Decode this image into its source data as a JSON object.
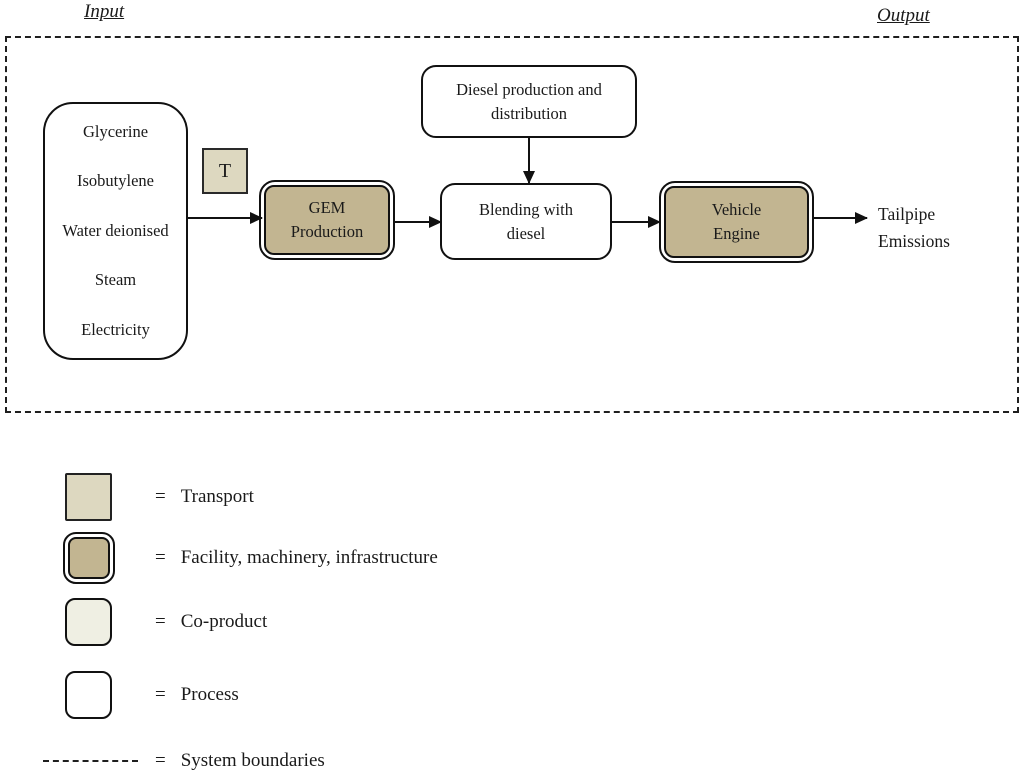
{
  "labels": {
    "input": "Input",
    "output": "Output"
  },
  "colors": {
    "transport": "#ddd8c0",
    "facility": "#c2b591",
    "coproduct": "#efefe3",
    "process": "#ffffff",
    "border": "#111111"
  },
  "diagram": {
    "inputs": {
      "items": [
        "Glycerine",
        "Isobutylene",
        "Water deionised",
        "Steam",
        "Electricity"
      ]
    },
    "transport_node": "T",
    "boxes": {
      "gem": "GEM Production",
      "diesel": "Diesel production and distribution",
      "blending": "Blending with diesel",
      "vehicle": "Vehicle Engine"
    },
    "output_text": "Tailpipe Emissions"
  },
  "legend": {
    "equals": "=",
    "items": [
      {
        "type": "transport",
        "label": "Transport"
      },
      {
        "type": "facility",
        "label": "Facility, machinery, infrastructure"
      },
      {
        "type": "coproduct",
        "label": "Co-product"
      },
      {
        "type": "process",
        "label": "Process"
      },
      {
        "type": "boundary",
        "label": "System boundaries"
      }
    ]
  }
}
